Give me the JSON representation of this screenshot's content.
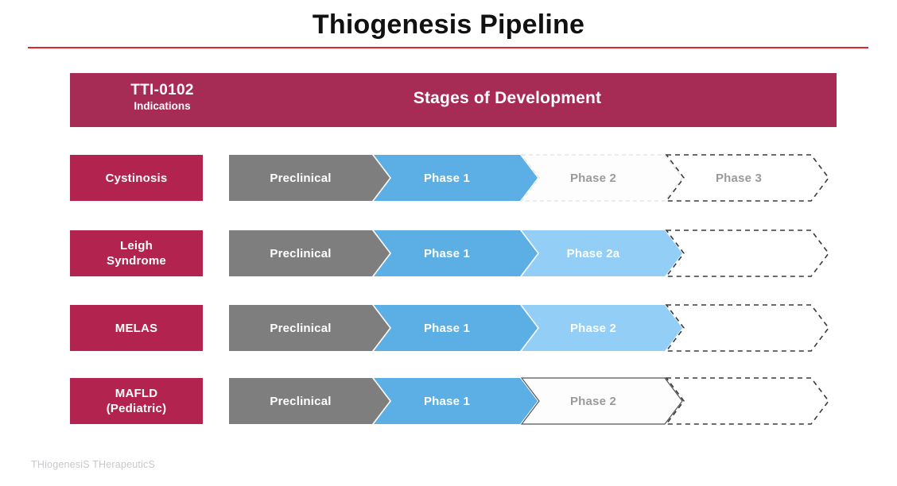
{
  "title": "Thiogenesis Pipeline",
  "colors": {
    "title_rule": "#e8202a",
    "header_band": "#a62b55",
    "indication_box": "#b3234f",
    "preclinical_fill": "#7e7e7e",
    "phase1_fill": "#5cafe4",
    "phase2_light_fill": "#92cef6",
    "empty_fill": "#ffffff",
    "dashed_border": "#3a3a3a",
    "faint_dashed_border": "#e2e6e8",
    "solid_outline": "#555555",
    "label_gray": "#9a9a9a",
    "footer_text": "#c8c8cc"
  },
  "header": {
    "drug_code": "TTI-0102",
    "drug_sub": "Indications",
    "stages_title": "Stages of Development"
  },
  "rows": [
    {
      "indication": "Cystinosis",
      "segments": [
        {
          "label": "Preclinical",
          "style": "filled-gray",
          "text": "white"
        },
        {
          "label": "Phase 1",
          "style": "filled-blue",
          "text": "white"
        },
        {
          "label": "Phase 2",
          "style": "outline-faint",
          "text": "gray"
        },
        {
          "label": "Phase 3",
          "style": "outline-dashed",
          "text": "gray"
        }
      ]
    },
    {
      "indication": "Leigh\nSyndrome",
      "segments": [
        {
          "label": "Preclinical",
          "style": "filled-gray",
          "text": "white"
        },
        {
          "label": "Phase 1",
          "style": "filled-blue",
          "text": "white"
        },
        {
          "label": "Phase 2a",
          "style": "filled-lightblue",
          "text": "white"
        },
        {
          "label": "",
          "style": "outline-dashed",
          "text": "gray"
        }
      ]
    },
    {
      "indication": "MELAS",
      "segments": [
        {
          "label": "Preclinical",
          "style": "filled-gray",
          "text": "white"
        },
        {
          "label": "Phase 1",
          "style": "filled-blue",
          "text": "white"
        },
        {
          "label": "Phase 2",
          "style": "filled-lightblue",
          "text": "white"
        },
        {
          "label": "",
          "style": "outline-dashed",
          "text": "gray"
        }
      ]
    },
    {
      "indication": "MAFLD\n(Pediatric)",
      "segments": [
        {
          "label": "Preclinical",
          "style": "filled-gray",
          "text": "white"
        },
        {
          "label": "Phase 1",
          "style": "filled-blue",
          "text": "white"
        },
        {
          "label": "Phase 2",
          "style": "outline-solid",
          "text": "gray"
        },
        {
          "label": "",
          "style": "outline-dashed",
          "text": "gray"
        }
      ]
    }
  ],
  "footer": {
    "brand": "THiogenesiS THerapeuticS"
  },
  "layout": {
    "row_tops": [
      195,
      290,
      384,
      476
    ],
    "segment_lefts": [
      0,
      182,
      368,
      550
    ],
    "segment_widths": [
      202,
      206,
      202,
      204
    ]
  }
}
